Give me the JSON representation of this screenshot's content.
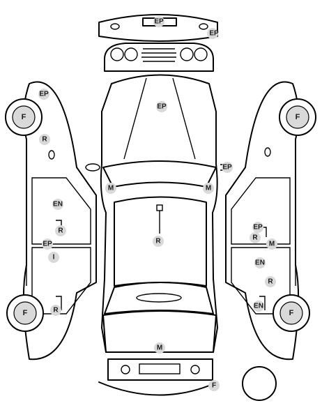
{
  "diagram": {
    "markers": [
      {
        "id": "bumper-top-label",
        "text": "EP"
      },
      {
        "id": "bumper-top-corner",
        "text": "EP"
      },
      {
        "id": "hood",
        "text": "EP"
      },
      {
        "id": "left-mirror",
        "text": "M"
      },
      {
        "id": "right-mirror",
        "text": "M"
      },
      {
        "id": "right-headlight",
        "text": "EP"
      },
      {
        "id": "roof",
        "text": "R"
      },
      {
        "id": "trunk",
        "text": "M"
      },
      {
        "id": "bumper-bottom",
        "text": "F"
      },
      {
        "id": "left-fender",
        "text": "EP"
      },
      {
        "id": "left-front-door-top",
        "text": "R"
      },
      {
        "id": "left-front-door",
        "text": "EN"
      },
      {
        "id": "left-front-handle",
        "text": "R"
      },
      {
        "id": "left-pillar",
        "text": "EP"
      },
      {
        "id": "left-rear-door",
        "text": "I"
      },
      {
        "id": "left-rear-handle",
        "text": "R"
      },
      {
        "id": "right-front-door-top",
        "text": "EP"
      },
      {
        "id": "right-front-handle",
        "text": "R"
      },
      {
        "id": "right-mirror-side",
        "text": "M"
      },
      {
        "id": "right-rear-door",
        "text": "EN"
      },
      {
        "id": "right-rear-panel",
        "text": "R"
      },
      {
        "id": "right-rear-handle",
        "text": "EN"
      }
    ],
    "wheels": [
      {
        "id": "left-front-wheel",
        "text": "F"
      },
      {
        "id": "left-rear-wheel",
        "text": "F"
      },
      {
        "id": "right-front-wheel",
        "text": "F"
      },
      {
        "id": "right-rear-wheel",
        "text": "F"
      }
    ]
  }
}
